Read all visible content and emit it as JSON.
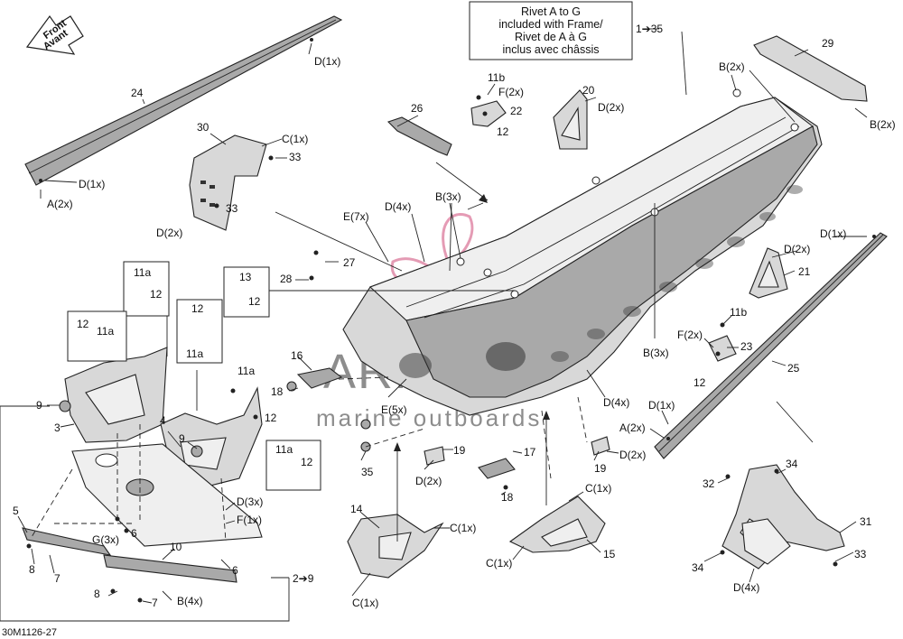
{
  "note": {
    "lines": [
      "Rivet A to G",
      "included with Frame/",
      "Rivet de A à G",
      "inclus avec châssis"
    ],
    "ref": "1➔35"
  },
  "front_arrow": {
    "line1": "Front",
    "line2": "Avant"
  },
  "watermark": {
    "brand": "ARMADA",
    "sub": "marine outboards"
  },
  "drawing_id": "30M1126-27",
  "bracket_ref": "2➔9",
  "labels": {
    "l24": "24",
    "d1x_24a": "D(1x)",
    "d1x_24b": "D(1x)",
    "a2x_24": "A(2x)",
    "l30": "30",
    "c1x_30": "C(1x)",
    "l33a": "33",
    "l33b": "33",
    "d2x_30": "D(2x)",
    "l26": "26",
    "l11b_top": "11b",
    "f2x_top": "F(2x)",
    "l22": "22",
    "l12_top": "12",
    "l20": "20",
    "d2x_20": "D(2x)",
    "b2x_top": "B(2x)",
    "l29": "29",
    "b2x_29": "B(2x)",
    "b3x_top": "B(3x)",
    "d4x_top": "D(4x)",
    "e7x": "E(7x)",
    "l27": "27",
    "l28": "28",
    "l13": "13",
    "l12_13": "12",
    "l11a_a": "11a",
    "l12_a": "12",
    "l12_b": "12",
    "l11a_b": "11a",
    "l12_c": "12",
    "l11a_c": "11a",
    "l9a": "9",
    "l3": "3",
    "l16": "16",
    "l18a": "18",
    "l11a_d": "11a",
    "l12_d": "12",
    "l4": "4",
    "l9b": "9",
    "l11a_e": "11a",
    "l12_e": "12",
    "d1x_right": "D(1x)",
    "d2x_21": "D(2x)",
    "l21": "21",
    "l11b_right": "11b",
    "f2x_right": "F(2x)",
    "l23": "23",
    "l12_right": "12",
    "b3x_mid": "B(3x)",
    "l25": "25",
    "d4x_mid": "D(4x)",
    "d1x_25": "D(1x)",
    "a2x_25": "A(2x)",
    "e5x": "E(5x)",
    "l35": "35",
    "l19a": "19",
    "d2x_19a": "D(2x)",
    "l17": "17",
    "l18b": "18",
    "l19b": "19",
    "d2x_19b": "D(2x)",
    "l34a": "34",
    "l32": "32",
    "l31": "31",
    "l34b": "34",
    "l33c": "33",
    "d4x_bottom": "D(4x)",
    "l14": "14",
    "c1x_14a": "C(1x)",
    "c1x_14b": "C(1x)",
    "c1x_15a": "C(1x)",
    "c1x_15b": "C(1x)",
    "l15": "15",
    "l5": "5",
    "l8a": "8",
    "l7a": "7",
    "g3x": "G(3x)",
    "l6a": "6",
    "l10": "10",
    "l6b": "6",
    "d3x": "D(3x)",
    "f1x": "F(1x)",
    "l8b": "8",
    "l7b": "7",
    "b4x": "B(4x)"
  }
}
